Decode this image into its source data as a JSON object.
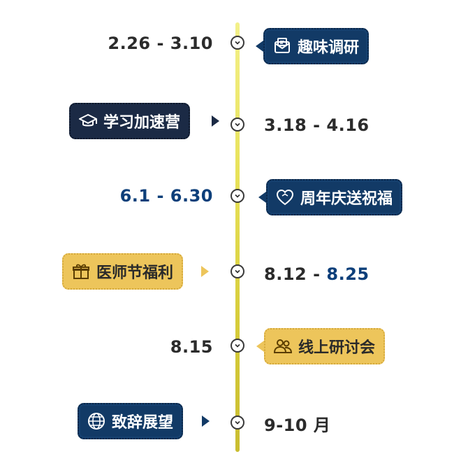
{
  "colors": {
    "navy": "#123a66",
    "ink": "#1b2a45",
    "gold": "#edc55b",
    "axis": "#e8e25a",
    "date_blue": "#0d3f7a"
  },
  "events": [
    {
      "date": "2.26 - 3.10",
      "label": "趣味调研",
      "icon": "envelope-icon",
      "side": "right",
      "style": "dark"
    },
    {
      "date": "3.18 - 4.16",
      "label": "学习加速营",
      "icon": "graduation-cap-icon",
      "side": "left",
      "style": "ink"
    },
    {
      "date_parts": [
        "6.1 - 6.30"
      ],
      "label": "周年庆送祝福",
      "icon": "heart-icon",
      "side": "right",
      "style": "dark"
    },
    {
      "date_parts": [
        "8.12 - ",
        "8.25"
      ],
      "label": "医师节福利",
      "icon": "gift-icon",
      "side": "left",
      "style": "gold"
    },
    {
      "date": "8.15",
      "label": "线上研讨会",
      "icon": "users-icon",
      "side": "right",
      "style": "gold"
    },
    {
      "date": "9-10 月",
      "label": "致辞展望",
      "icon": "globe-icon",
      "side": "left",
      "style": "dark"
    }
  ]
}
